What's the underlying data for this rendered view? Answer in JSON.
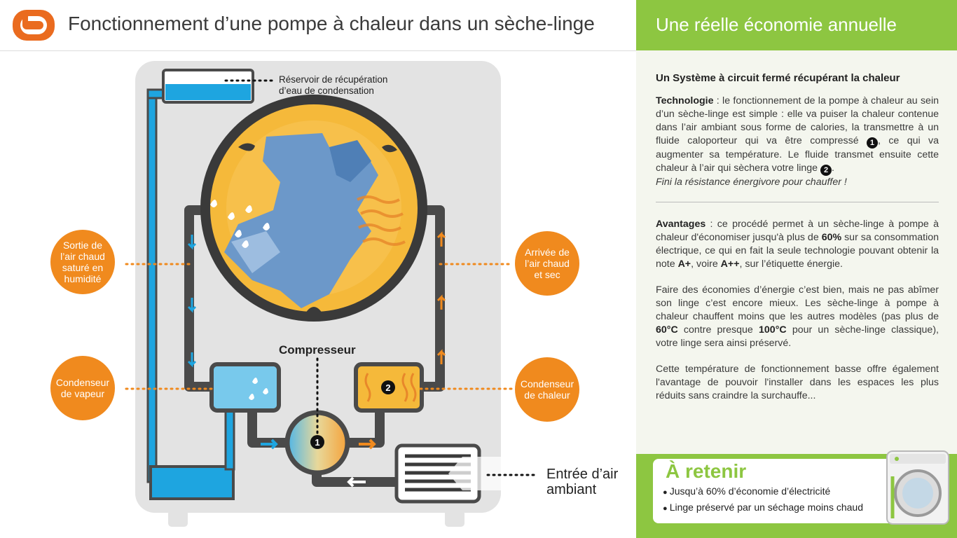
{
  "header": {
    "title": "Fonctionnement d’une pompe à chaleur dans un sèche-linge"
  },
  "diagram": {
    "reservoir_label_line1": "Réservoir de récupération",
    "reservoir_label_line2": "d’eau de condensation",
    "compressor_label": "Compresseur",
    "intake_label_line1": "Entrée d’air",
    "intake_label_line2": "ambiant",
    "num_1": "1",
    "num_2": "2",
    "circles": {
      "out_humid": [
        "Sortie de",
        "l’air chaud",
        "saturé en",
        "humidité"
      ],
      "in_dry": [
        "Arrivée de",
        "l’air chaud",
        "et sec"
      ],
      "vapor": [
        "Condenseur",
        "de vapeur"
      ],
      "heat": [
        "Condenseur",
        "de chaleur"
      ]
    }
  },
  "right": {
    "title": "Une réelle économie annuelle",
    "heading": "Un Système à circuit fermé récupérant la chaleur",
    "tech_label": "Technologie",
    "tech_text1": " : le fonctionnement de la pompe à chaleur au sein d’un sèche-linge est simple : elle va puiser la chaleur contenue dans l’air ambiant sous forme de calories, la transmettre à un fluide caloporteur qui va être compressé ",
    "tech_text2": ", ce qui va augmenter sa température. Le fluide transmet ensuite cette chaleur à l’air qui sèchera votre linge ",
    "tech_text3": ".",
    "tech_italic": "Fini la résistance énergivore pour chauffer !",
    "adv_label": "Avantages",
    "adv_text1": " : ce procédé permet à un sèche-linge à pompe à chaleur d'économiser jusqu'à plus de ",
    "adv_bold1": "60%",
    "adv_text2": " sur sa consommation électrique, ce qui en fait la seule technologie pouvant obtenir la note ",
    "adv_bold2": "A+",
    "adv_text3": ", voire ",
    "adv_bold3": "A++",
    "adv_text4": ", sur l’étiquette énergie.",
    "p2_text1": "Faire des économies d’énergie c’est bien, mais ne pas abîmer son linge c’est encore mieux. Les sèche-linge à pompe à chaleur chauffent moins que les autres modèles (pas plus de ",
    "p2_bold1": "60°C",
    "p2_text2": " contre presque ",
    "p2_bold2": "100°C",
    "p2_text3": " pour un sèche-linge classique), votre linge sera ainsi préservé.",
    "p3_text": "Cette température de fonctionnement basse offre également l'avantage de pouvoir l'installer dans les espaces les plus réduits sans craindre la surchauffe...",
    "retenir_title": "À retenir",
    "retenir_items": [
      "Jusqu’à 60% d’économie d’électricité",
      "Linge préservé par un séchage moins chaud"
    ]
  },
  "colors": {
    "accent_orange": "#f08a1e",
    "accent_green": "#8dc641",
    "water_blue": "#1ea5e0",
    "drum_yellow": "#f5b93a",
    "pipe_gray": "#4a4a4a"
  }
}
